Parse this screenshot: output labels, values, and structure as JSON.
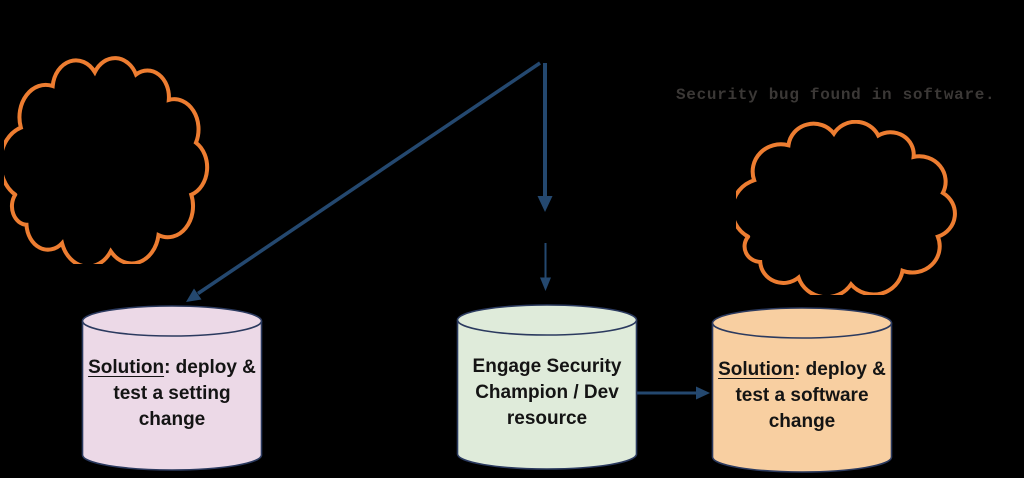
{
  "colors": {
    "background": "#000000",
    "cloud_outline": "#ED7D31",
    "arrow": "#24486F",
    "cylinder_outline": "#2B3A5F",
    "annotation_text": "#3B3836",
    "cylinder_text": "#141414"
  },
  "annotation": {
    "text": "Security bug found in software."
  },
  "cylinders": [
    {
      "name": "setting-change-solution",
      "fill": "#ECD9E7",
      "line1_underlined": "Solution",
      "line1_rest": ": deploy &",
      "line2": "test a setting",
      "line3": "change"
    },
    {
      "name": "engage-security-champion",
      "fill": "#DFEBDA",
      "line1_underlined": "",
      "line1_rest": "Engage Security",
      "line2": "Champion / Dev",
      "line3": "resource"
    },
    {
      "name": "software-change-solution",
      "fill": "#F8CFA1",
      "line1_underlined": "Solution",
      "line1_rest": ": deploy &",
      "line2": "test a software",
      "line3": "change"
    }
  ]
}
